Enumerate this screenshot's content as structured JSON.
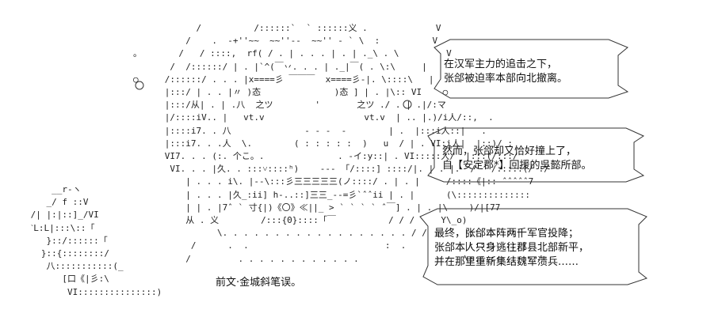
{
  "art": {
    "center_lines": [
      "            /          /::::::`  ` ::::::义 .             V",
      "          /    .  -+''~~  ~~''--  ~~'' - ` \\  :          V",
      "。       /   / ::::,  rf( / . | . . . | . | ._\\ . \\         V",
      "       /  /::::::/ | . |`^(￣丷. . . | ._|￣( . \\:\\     |",
      "○     /::::::/ . . . |x====彡 ￣￣￣  x====彡-|. \\::::\\   |",
      "      |:::/ | . . |〃 )态              )态 ] | . |\\:: VI    ○",
      "      |:::/从| . | .八  之ツ        '       之ツ ./ . | .|/:マ",
      "      |/::::iV.. |   vt.v                   vt.v  | .. |.)/i人/::,  .",
      "      |::::i7. . 八              - - -  -        | .  |:::i人::|   .",
      "      |:::i7. . .人  \\.        ( : : : : :  )   u  / | . VI:i人|  |::)/ :",
      "      VI7. . . (:. 个こ。.              . -イ:y::| . VI:::::人/  |:::(/:::/",
      "       VI. . . |久. . :::˅::::ʰ)    --- 「/::::] ::::/|. | . |.  /   /:::::(/ :/",
      "          | . . . i\\. |--\\:::彡三三三三三(ノ::::/ . | . |     /::::《|:: ˆˆˆˆˆ7",
      "          | . . . |久_:ii] h-..::]三三_--=彡`ˆˆii | . |      (\\::::::::::::::",
      "          | | . |7ˆ ` 寸{|)《〇》≪||_ > ` ` ` ` ˆ￣] . | . |\\    )/|[77",
      "          从 . 义        /:::{0}::::「￣          / / /     Y\\_o)",
      "                \\. . . . . . . . . . . . . . . . . . / /       |:::::::::|",
      "           /      .  .                          :  .           |::::::::::|",
      "          /         . . . . . . . . . . . .                    \\:::::::::::::/"
    ],
    "small_lines": [
      "     __r‐ヽ",
      "    _/ f ::V",
      " /| |:|::]_/VI",
      " ˋL:L|:::\\::「",
      "    }::/::::::「",
      "   }::{::::::::/",
      "    八:::::::::::(_",
      "       [口《|彡:\\",
      "        VI:::::::::::::::)"
    ]
  },
  "caption": "前文·金城斜笔误。",
  "bubbles": [
    {
      "lines": [
        "在汉军主力的追击之下，",
        "张郃被迫率本部向北撤离。"
      ]
    },
    {
      "lines": [
        "然而，张郃却又恰好撞上了，",
        "自【安定郡*】回援的吳懿所部。"
      ]
    },
    {
      "lines": [
        "最终，张郃本阵两千军官投降；",
        "张郃本人只身逃往郡县北部新平，",
        "并在那里重新集结魏军溃兵……"
      ]
    }
  ]
}
